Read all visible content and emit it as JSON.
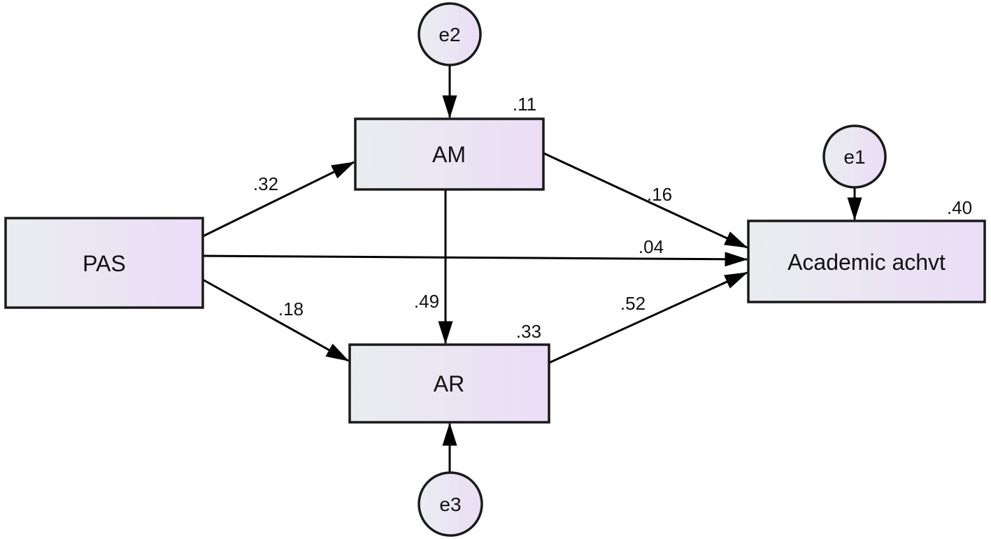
{
  "diagram": {
    "type": "path-model",
    "nodes": {
      "pas": {
        "label": "PAS"
      },
      "am": {
        "label": "AM",
        "r_squared": ".11"
      },
      "ar": {
        "label": "AR",
        "r_squared": ".33"
      },
      "ach": {
        "label": "Academic achvt",
        "r_squared": ".40"
      },
      "e1": {
        "label": "e1"
      },
      "e2": {
        "label": "e2"
      },
      "e3": {
        "label": "e3"
      }
    },
    "paths": {
      "pas_am": {
        "from": "PAS",
        "to": "AM",
        "coefficient": ".32"
      },
      "pas_ach": {
        "from": "PAS",
        "to": "Academic achvt",
        "coefficient": ".04"
      },
      "pas_ar": {
        "from": "PAS",
        "to": "AR",
        "coefficient": ".18"
      },
      "am_ar": {
        "from": "AM",
        "to": "AR",
        "coefficient": ".49"
      },
      "am_ach": {
        "from": "AM",
        "to": "Academic achvt",
        "coefficient": ".16"
      },
      "ar_ach": {
        "from": "AR",
        "to": "Academic achvt",
        "coefficient": ".52"
      },
      "e2_am": {
        "from": "e2",
        "to": "AM"
      },
      "e1_ach": {
        "from": "e1",
        "to": "Academic achvt"
      },
      "e3_ar": {
        "from": "e3",
        "to": "AR"
      }
    },
    "colors": {
      "node_fill_start": "#e9edef",
      "node_fill_end": "#ebddf6",
      "pas_border": "#ff0000",
      "node_border": "#1a1a1a",
      "arrow": "#000000",
      "background": "#ffffff"
    }
  }
}
